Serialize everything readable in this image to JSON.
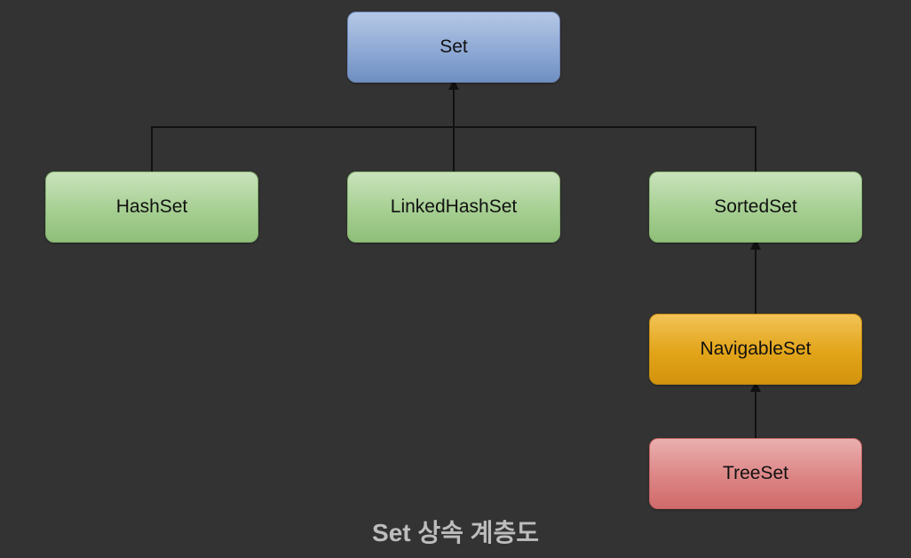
{
  "diagram": {
    "nodes": {
      "set": "Set",
      "hashset": "HashSet",
      "linkedhashset": "LinkedHashSet",
      "sortedset": "SortedSet",
      "navigableset": "NavigableSet",
      "treeset": "TreeSet"
    },
    "edges": [
      {
        "from": "HashSet",
        "to": "Set"
      },
      {
        "from": "LinkedHashSet",
        "to": "Set"
      },
      {
        "from": "SortedSet",
        "to": "Set"
      },
      {
        "from": "NavigableSet",
        "to": "SortedSet"
      },
      {
        "from": "TreeSet",
        "to": "NavigableSet"
      }
    ],
    "caption": "Set 상속 계층도"
  },
  "colors": {
    "background": "#333333",
    "interface_root": "#8ea9d4",
    "implementation": "#a6cf92",
    "navigable": "#e2a419",
    "treeset": "#dc8585",
    "caption": "#bdbdbd"
  }
}
